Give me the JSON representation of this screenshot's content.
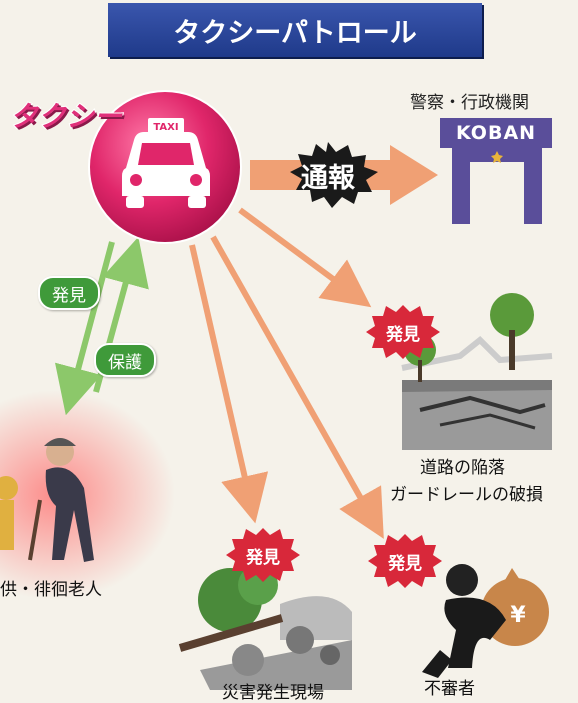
{
  "title": "タクシーパトロール",
  "taxi": {
    "label": "タクシー",
    "sign": "TAXI"
  },
  "police": {
    "label": "警察・行政機関",
    "building_text": "KOBAN"
  },
  "report": "通報",
  "discover": "発見",
  "protect": "保護",
  "elderly": {
    "caption": "供・徘徊老人"
  },
  "road": {
    "caption_line1": "道路の陥落",
    "caption_line2": "ガードレールの破損"
  },
  "disaster": {
    "caption": "災害発生現場"
  },
  "suspicious": {
    "caption": "不審者",
    "bag_symbol": "¥"
  },
  "colors": {
    "banner": "#2a46a0",
    "taxi_circle": "#e02a6a",
    "arrow": "#f0a074",
    "green": "#3f9a3a",
    "koban": "#5a4e9a",
    "burst": "#d8283a"
  }
}
